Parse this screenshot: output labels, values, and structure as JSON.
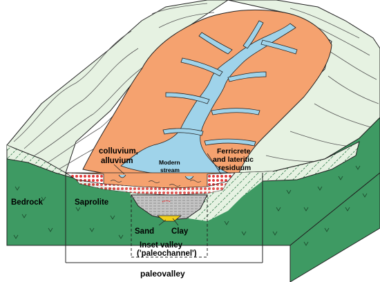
{
  "labels": {
    "colluvium_line1": "colluvium,",
    "colluvium_line2": "alluvium",
    "stream_line1": "Modern",
    "stream_line2": "stream",
    "ferricrete_line1": "Ferricrete",
    "ferricrete_line2": "and lateritic",
    "ferricrete_line3": "residuum",
    "bedrock": "Bedrock",
    "saprolite": "Saprolite",
    "sand": "Sand",
    "clay": "Clay",
    "inset_line1": "Inset valley",
    "inset_line2": "('paleochannel')",
    "paleovalley": "paleovalley"
  },
  "colors": {
    "bedrock": "#3e9a63",
    "saprolite": "#e6f2e2",
    "orange_surface": "#f5a26f",
    "water": "#9fd3ea",
    "ferricrete": "#e23a3a",
    "clay": "#bfbfbf",
    "sand": "#f2d11b",
    "outline": "#222222"
  }
}
